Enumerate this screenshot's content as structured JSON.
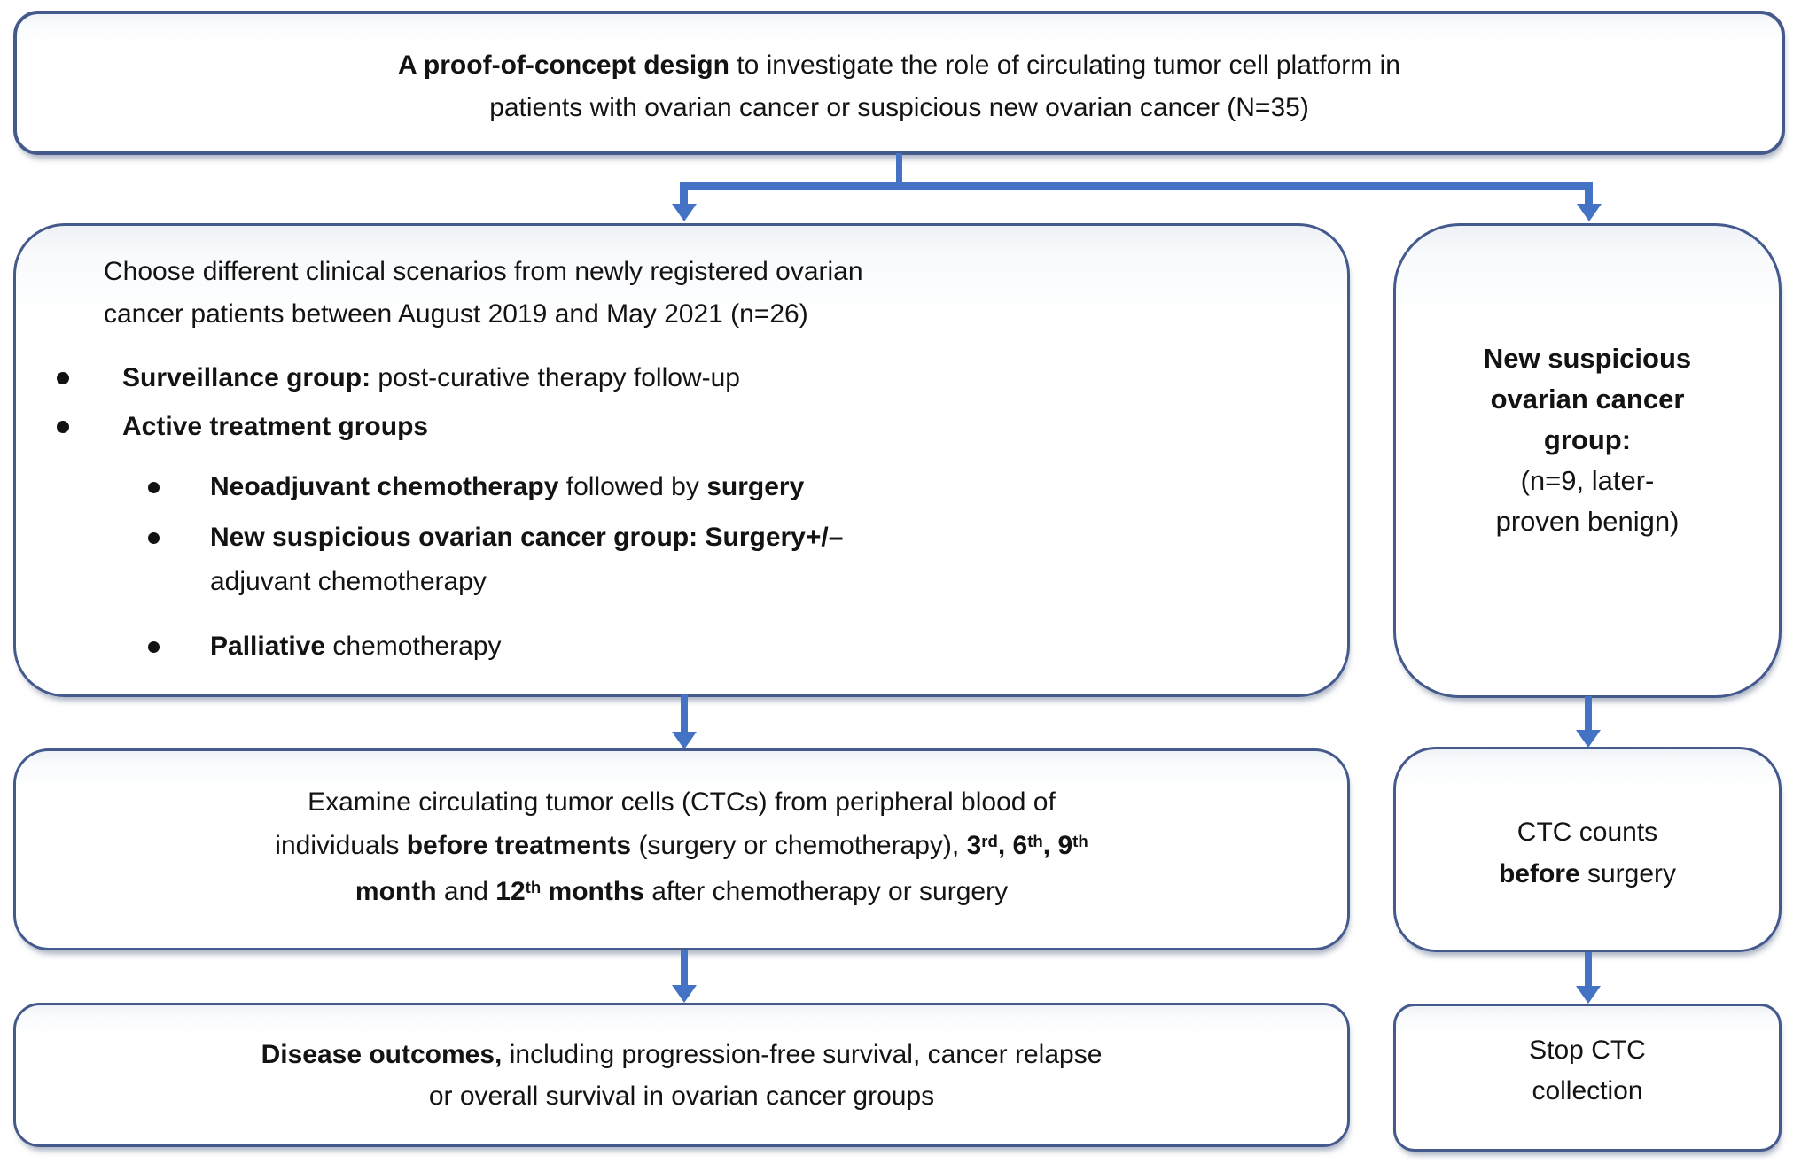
{
  "figure": {
    "arrow_color": "#4472C4",
    "border_color": "#44598C",
    "text_color": "#131313",
    "bullet_color": "#121212"
  },
  "top_box": {
    "lines": [
      [
        {
          "t": "A proof-of-concept design",
          "b": true
        },
        {
          "t": " to investigate the role of circulating tumor cell platform in"
        }
      ],
      [
        {
          "t": "patients with ovarian cancer or suspicious new ovarian cancer (N=35)"
        }
      ]
    ]
  },
  "left_box": {
    "intro": {
      "lines": [
        [
          {
            "t": "Choose different clinical scenarios from newly registered ovarian"
          }
        ],
        [
          {
            "t": "cancer patients between August 2019 and May 2021 (n=26)"
          }
        ]
      ]
    },
    "bullet_surveillance": {
      "lines": [
        [
          {
            "t": "Surveillance group:",
            "b": true
          },
          {
            "t": " post-curative therapy follow-up"
          }
        ]
      ]
    },
    "bullet_active": {
      "lines": [
        [
          {
            "t": "Active treatment groups",
            "b": true
          }
        ]
      ]
    },
    "sub_neoadjuvant": {
      "lines": [
        [
          {
            "t": "Neoadjuvant chemotherapy",
            "b": true
          },
          {
            "t": " followed by "
          },
          {
            "t": "surgery",
            "b": true
          }
        ]
      ]
    },
    "sub_new_suspicious": {
      "lines": [
        [
          {
            "t": "New suspicious ovarian cancer group: Surgery+/–",
            "b": true
          }
        ],
        [
          {
            "t": "adjuvant chemotherapy"
          }
        ]
      ]
    },
    "sub_palliative": {
      "lines": [
        [
          {
            "t": "Palliative",
            "b": true
          },
          {
            "t": " chemotherapy"
          }
        ]
      ]
    }
  },
  "right_box": {
    "lines": [
      [
        {
          "t": "New suspicious",
          "b": true
        }
      ],
      [
        {
          "t": "ovarian cancer",
          "b": true
        }
      ],
      [
        {
          "t": "group:",
          "b": true
        }
      ],
      [
        {
          "t": "(n=9, later-"
        }
      ],
      [
        {
          "t": "proven benign)"
        }
      ]
    ]
  },
  "examine_box": {
    "lines": [
      [
        {
          "t": "Examine circulating tumor cells (CTCs) from peripheral blood of"
        }
      ],
      [
        {
          "t": "individuals "
        },
        {
          "t": "before treatments",
          "b": true
        },
        {
          "t": " (surgery or chemotherapy), "
        },
        {
          "t": "3",
          "b": true
        },
        {
          "t": "rd",
          "b": true,
          "sup": true
        },
        {
          "t": ", ",
          "b": true
        },
        {
          "t": "6",
          "b": true
        },
        {
          "t": "th",
          "b": true,
          "sup": true
        },
        {
          "t": ", ",
          "b": true
        },
        {
          "t": "9",
          "b": true
        },
        {
          "t": "th",
          "b": true,
          "sup": true
        }
      ],
      [
        {
          "t": "month",
          "b": true
        },
        {
          "t": " and "
        },
        {
          "t": "12",
          "b": true
        },
        {
          "t": "th",
          "b": true,
          "sup": true
        },
        {
          "t": " months",
          "b": true
        },
        {
          "t": " after chemotherapy or surgery"
        }
      ]
    ]
  },
  "ctc_box": {
    "lines": [
      [
        {
          "t": "CTC counts"
        }
      ],
      [
        {
          "t": "before",
          "b": true
        },
        {
          "t": " surgery"
        }
      ]
    ]
  },
  "outcomes_box": {
    "lines": [
      [
        {
          "t": "Disease outcomes,",
          "b": true
        },
        {
          "t": " including progression-free survival, cancer relapse"
        }
      ],
      [
        {
          "t": "or overall survival in ovarian cancer groups"
        }
      ]
    ]
  },
  "stop_box": {
    "lines": [
      [
        {
          "t": "Stop CTC"
        }
      ],
      [
        {
          "t": "collection"
        }
      ]
    ]
  }
}
